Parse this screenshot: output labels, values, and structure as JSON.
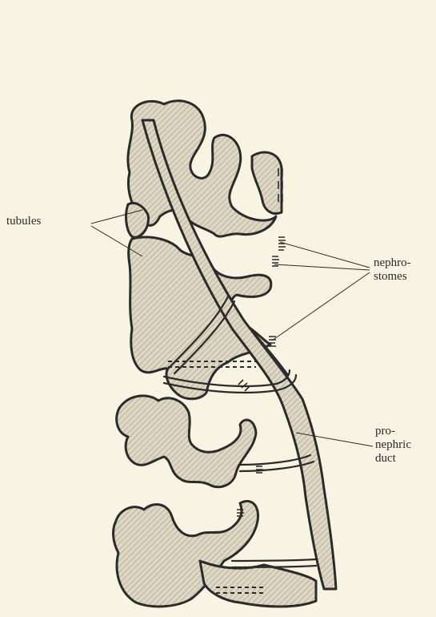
{
  "labels": {
    "tubules": "tubules",
    "nephrostomes": [
      "nephro-",
      "stomes"
    ],
    "pronephric_duct": [
      "pro-",
      "nephric",
      "duct"
    ]
  },
  "colors": {
    "background": "#f8f4e3",
    "ink": "#2b2b2b",
    "tissue_fill": "#d9d3c0"
  }
}
